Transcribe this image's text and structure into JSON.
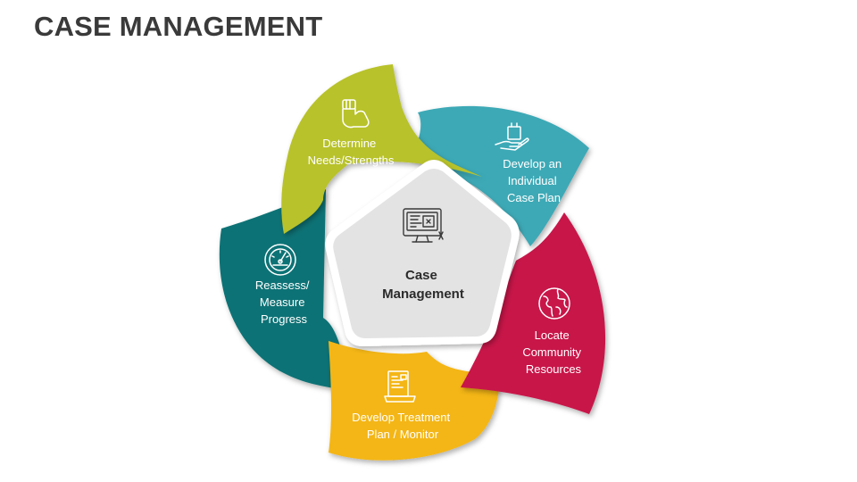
{
  "title": "CASE MANAGEMENT",
  "colors": {
    "green": "#B8C22A",
    "teal": "#3EA9B6",
    "crimson": "#C8174A",
    "yellow": "#F4B617",
    "dark_teal": "#0B7275",
    "center_fill": "#E3E3E3"
  },
  "center": {
    "icon": "computer-monitor-icon",
    "line1": "Case",
    "line2": "Management"
  },
  "segments": [
    {
      "id": "determine",
      "icon": "raised-fist-icon",
      "color": "#B8C22A",
      "lines": [
        "Determine",
        "Needs/Strengths"
      ]
    },
    {
      "id": "develop-plan",
      "icon": "hand-giving-icon",
      "color": "#3EA9B6",
      "lines": [
        "Develop an",
        "Individual",
        "Case Plan"
      ]
    },
    {
      "id": "locate",
      "icon": "globe-icon",
      "color": "#C8174A",
      "lines": [
        "Locate",
        "Community",
        "Resources"
      ]
    },
    {
      "id": "treatment",
      "icon": "laptop-document-icon",
      "color": "#F4B617",
      "lines": [
        "Develop Treatment",
        "Plan / Monitor"
      ]
    },
    {
      "id": "reassess",
      "icon": "speedometer-icon",
      "color": "#0B7275",
      "lines": [
        "Reassess/",
        "Measure",
        "Progress"
      ]
    }
  ]
}
